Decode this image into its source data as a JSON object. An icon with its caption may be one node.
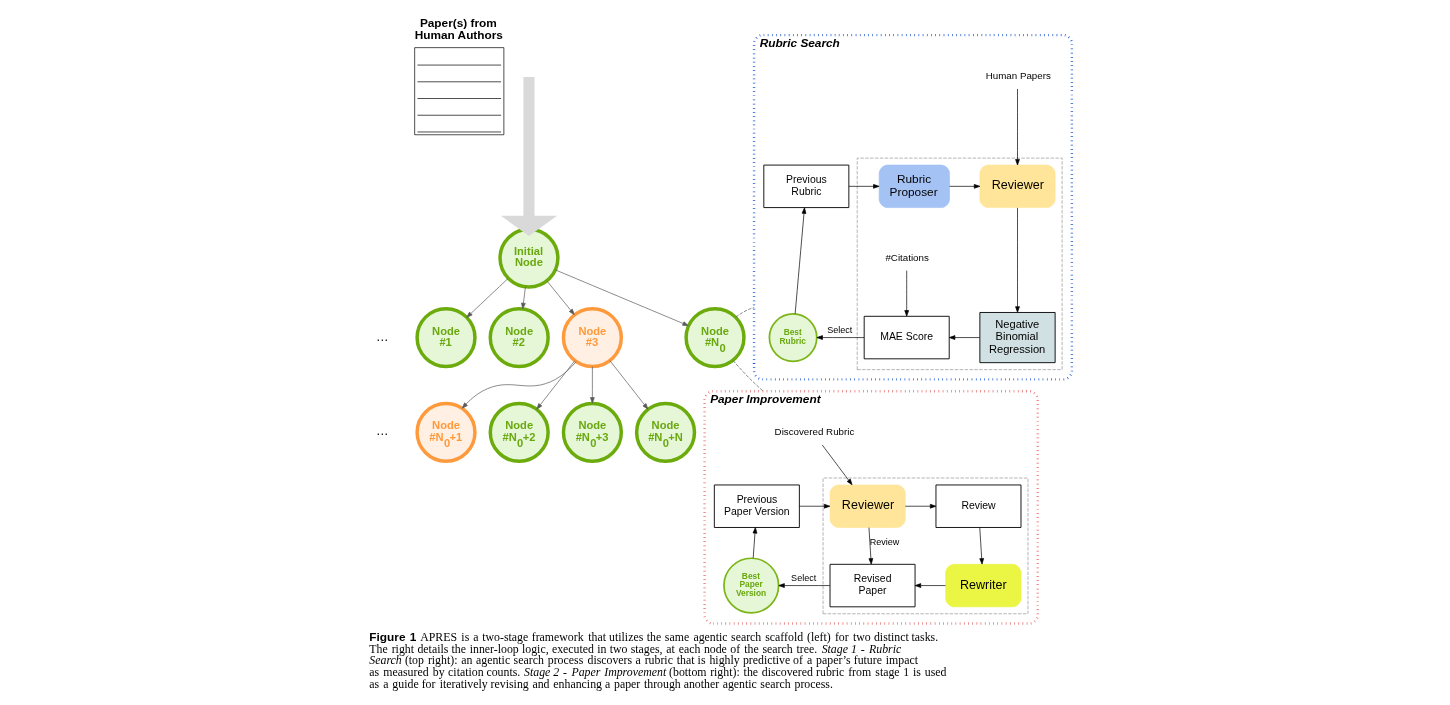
{
  "diagram": {
    "caption": "**Figure 1** APRES is a two-stage framework that utilizes the same agentic search scaffold (left) for two distinct tasks. The right details the inner-loop logic, executed in two stages, at each node of the search tree. *Stage 1 - Rubric Search* (top right): an agentic search process discovers a rubric that is highly predictive of a paper’s future impact as measured by citation counts. *Stage 2 - Paper Improvement* (bottom right): the discovered rubric from stage 1 is used as a guide for iteratively revising and enhancing a paper through another agentic search process.",
    "nodes": [
      {
        "text": [
          "Initial Node"
        ]
      },
      {
        "text": [
          "Node #1"
        ]
      },
      {
        "text": [
          "Node #2"
        ]
      },
      {
        "text": [
          "Node #3"
        ]
      },
      {
        "text": [
          "Node #N$_{0}$"
        ]
      },
      {
        "text": [
          "Node #N$_{0}$+1"
        ]
      },
      {
        "text": [
          "Node #N$_{0}$+2"
        ]
      },
      {
        "text": [
          "Node #N$_{0}$+3"
        ]
      },
      {
        "text": [
          "Node #N$_{0}$+N"
        ]
      },
      {
        "text": [
          "Rubric Search"
        ]
      },
      {
        "text": [
          "Human Papers"
        ],
        "in": 9
      },
      {
        "text": [
          "Previous Rubric"
        ],
        "in": 9
      },
      {
        "text": [],
        "shape": "box",
        "in": 9
      },
      {
        "text": [
          "Rubric Proposer"
        ],
        "in": 12
      },
      {
        "text": [
          "Reviewer"
        ],
        "in": 12
      },
      {
        "text": [
          "#Citations"
        ],
        "in": 12
      },
      {
        "text": [
          "Best Rubric"
        ],
        "in": 9
      },
      {
        "text": [
          "MAE Score"
        ],
        "in": 12
      },
      {
        "text": [
          "Negative Binomial Regression"
        ],
        "in": 12
      },
      {
        "text": [
          "Paper Improvement"
        ]
      },
      {
        "text": [
          "Discovered Rubric"
        ],
        "in": 19
      },
      {
        "text": [
          "Previous Paper Version"
        ],
        "in": 19
      },
      {
        "text": [],
        "shape": "box",
        "in": 19
      },
      {
        "text": [
          "Reviewer"
        ],
        "in": 22
      },
      {
        "text": [
          "Review"
        ],
        "in": 22
      },
      {
        "text": [
          "Best Paper Version"
        ],
        "in": 19
      },
      {
        "text": [
          "Revised Paper"
        ],
        "in": 22
      },
      {
        "text": [
          "Rewriter"
        ],
        "in": 22
      }
    ],
    "edges": [
      {
        "from": null,
        "to": 0,
        "arrow": "to",
        "style": "thick",
        "color": "#d9d9d9"
      },
      {
        "from": 0,
        "to": 1,
        "arrow": "to",
        "color": "#595959"
      },
      {
        "from": 0,
        "to": 2,
        "arrow": "to",
        "color": "#595959"
      },
      {
        "from": 0,
        "to": 3,
        "arrow": "to",
        "color": "#595959"
      },
      {
        "from": 0,
        "to": 4,
        "arrow": "to",
        "color": "#595959"
      },
      {
        "from": 3,
        "to": 5,
        "arrow": "to",
        "color": "#595959"
      },
      {
        "from": 3,
        "to": 6,
        "arrow": "to",
        "color": "#595959"
      },
      {
        "from": 3,
        "to": 7,
        "arrow": "to",
        "color": "#595959"
      },
      {
        "from": 3,
        "to": 8,
        "arrow": "to",
        "color": "#595959"
      },
      {
        "from": 4,
        "to": 9,
        "arrow": "none",
        "style": "dashed",
        "color": "#595959"
      },
      {
        "from": 4,
        "to": 19,
        "arrow": "none",
        "style": "dashed",
        "color": "#595959"
      },
      {
        "from": 11,
        "to": 13,
        "arrow": "to"
      },
      {
        "from": 13,
        "to": 14,
        "arrow": "to"
      },
      {
        "from": 10,
        "to": 14,
        "arrow": "to"
      },
      {
        "from": 14,
        "to": 18,
        "arrow": "to"
      },
      {
        "from": 18,
        "to": 17,
        "arrow": "to"
      },
      {
        "from": 15,
        "to": 17,
        "arrow": "to"
      },
      {
        "from": 17,
        "to": 16,
        "arrow": "to",
        "label": "Select"
      },
      {
        "from": 16,
        "to": 11,
        "arrow": "to"
      },
      {
        "from": 20,
        "to": 23,
        "arrow": "to"
      },
      {
        "from": 21,
        "to": 23,
        "arrow": "to"
      },
      {
        "from": 23,
        "to": 24,
        "arrow": "to"
      },
      {
        "from": 24,
        "to": 27,
        "arrow": "to"
      },
      {
        "from": 27,
        "to": 26,
        "arrow": "to"
      },
      {
        "from": 23,
        "to": 26,
        "arrow": "to",
        "label": "Review"
      },
      {
        "from": 26,
        "to": 25,
        "arrow": "to",
        "label": "Select"
      },
      {
        "from": 25,
        "to": 21,
        "arrow": "to"
      }
    ],
    "labels": [
      "Paper(s) from Human Authors",
      "…",
      "…"
    ]
  }
}
